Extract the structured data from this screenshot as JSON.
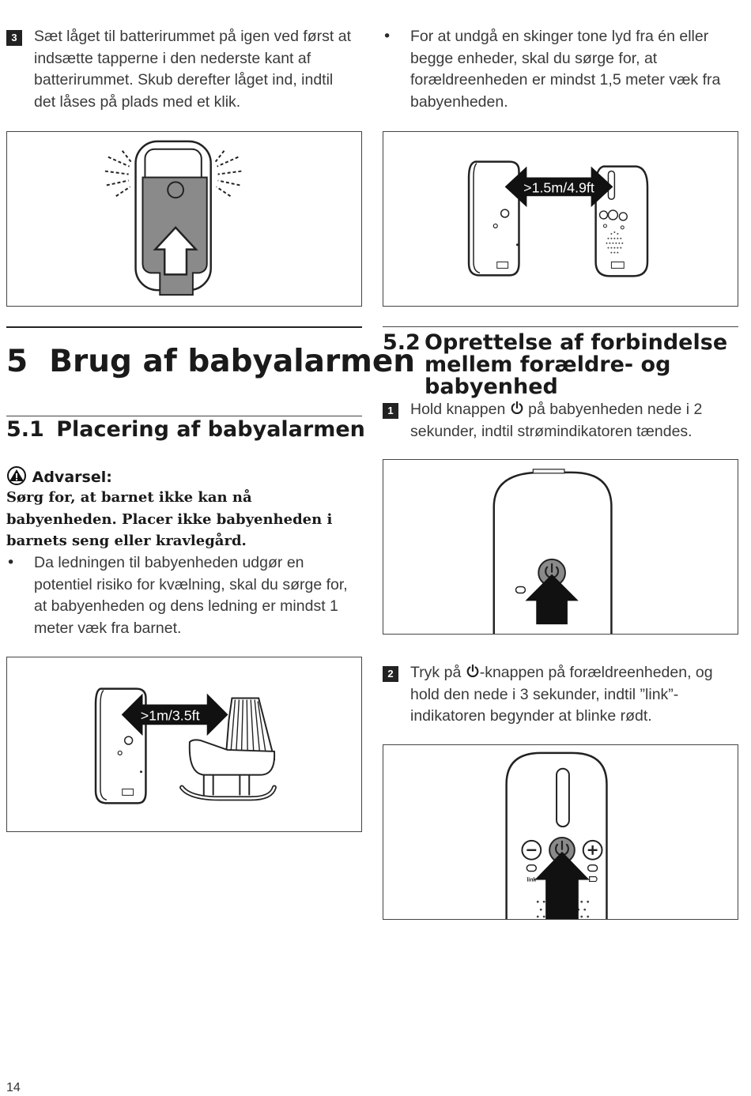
{
  "left": {
    "step3": {
      "number": "3",
      "text": "Sæt låget til batterirummet på igen ved først at indsætte tapperne i den nederste kant af batterirummet. Skub derefter låget ind, indtil det låses på plads med et klik."
    },
    "chapter": {
      "number": "5",
      "title": "Brug af babyalarmen"
    },
    "section51": {
      "number": "5.1",
      "title": "Placering af babyalarmen"
    },
    "warning": {
      "title": "Advarsel:",
      "text": "Sørg for, at barnet ikke kan nå babyenheden. Placer ikke babyenheden i barnets seng eller kravlegård."
    },
    "bullet_cord": {
      "symbol": "•",
      "text": "Da ledningen til babyenheden udgør en potentiel risiko for kvælning, skal du sørge for, at babyenheden og dens ledning er mindst 1 meter væk fra barnet."
    },
    "figure_distance_label": ">1m/3.5ft"
  },
  "right": {
    "bullet_tone": {
      "symbol": "•",
      "text": "For at undgå en skinger tone lyd fra én eller begge enheder, skal du sørge for, at forældreenheden er mindst 1,5 meter væk fra babyenheden."
    },
    "figure_distance_label": ">1.5m/4.9ft",
    "section52": {
      "number": "5.2",
      "title": "Oprettelse af forbindelse mellem forældre- og babyenhed"
    },
    "step1": {
      "number": "1",
      "text_before": "Hold knappen ",
      "text_after": " på babyenheden nede i 2 sekunder, indtil strømindikatoren tændes."
    },
    "step2": {
      "number": "2",
      "text_before": "Tryk på ",
      "text_after": "-knappen på forældreenheden, og hold den nede i 3 sekunder, indtil ”link”-indikatoren begynder at blinke rødt."
    },
    "figure_link_label": "link"
  },
  "page_number": "14",
  "colors": {
    "text": "#3a3a3a",
    "heading": "#1a1a1a",
    "device_gray": "#8a8a8a"
  }
}
